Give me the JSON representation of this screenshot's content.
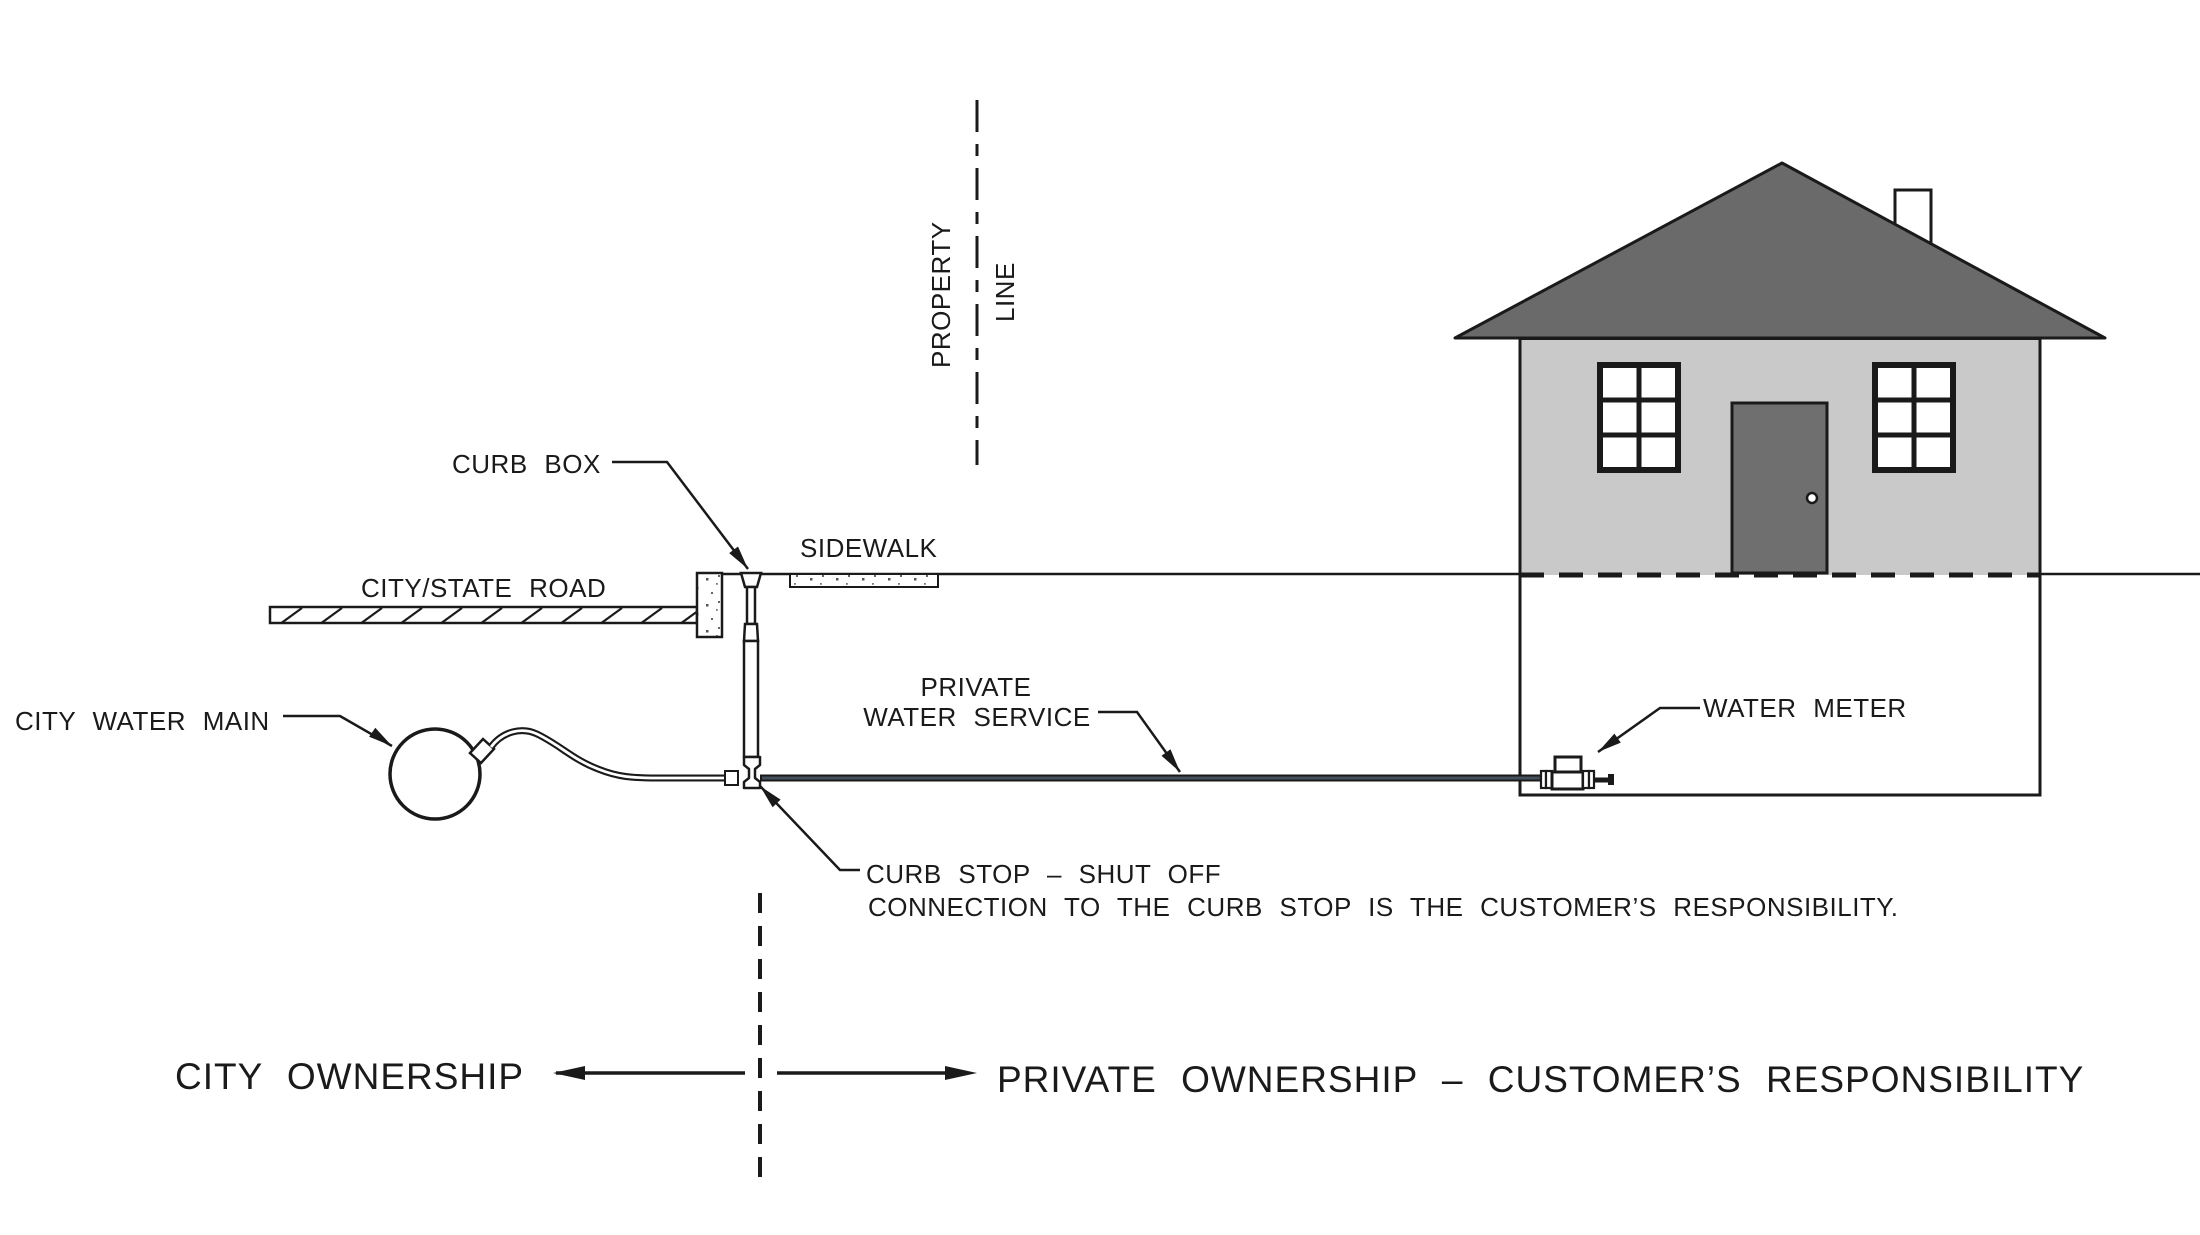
{
  "diagram": {
    "labels": {
      "property_line_1": "PROPERTY",
      "property_line_2": "LINE",
      "curb_box": "CURB BOX",
      "sidewalk": "SIDEWALK",
      "city_state_road": "CITY/STATE ROAD",
      "city_water_main": "CITY WATER MAIN",
      "private_water_service_1": "PRIVATE",
      "private_water_service_2": "WATER SERVICE",
      "water_meter": "WATER METER",
      "curb_stop_note_1": "CURB STOP – SHUT OFF",
      "curb_stop_note_2": "CONNECTION TO THE CURB STOP IS THE CUSTOMER’S RESPONSIBILITY.",
      "city_ownership": "CITY OWNERSHIP",
      "private_ownership": "PRIVATE OWNERSHIP – CUSTOMER’S RESPONSIBILITY"
    },
    "colors": {
      "background": "#ffffff",
      "line": "#1a1a1a",
      "roof": "#6a6a6a",
      "house_body": "#c9c9c9",
      "door": "#6f6f6f",
      "service_pipe_core": "#44505c"
    }
  }
}
